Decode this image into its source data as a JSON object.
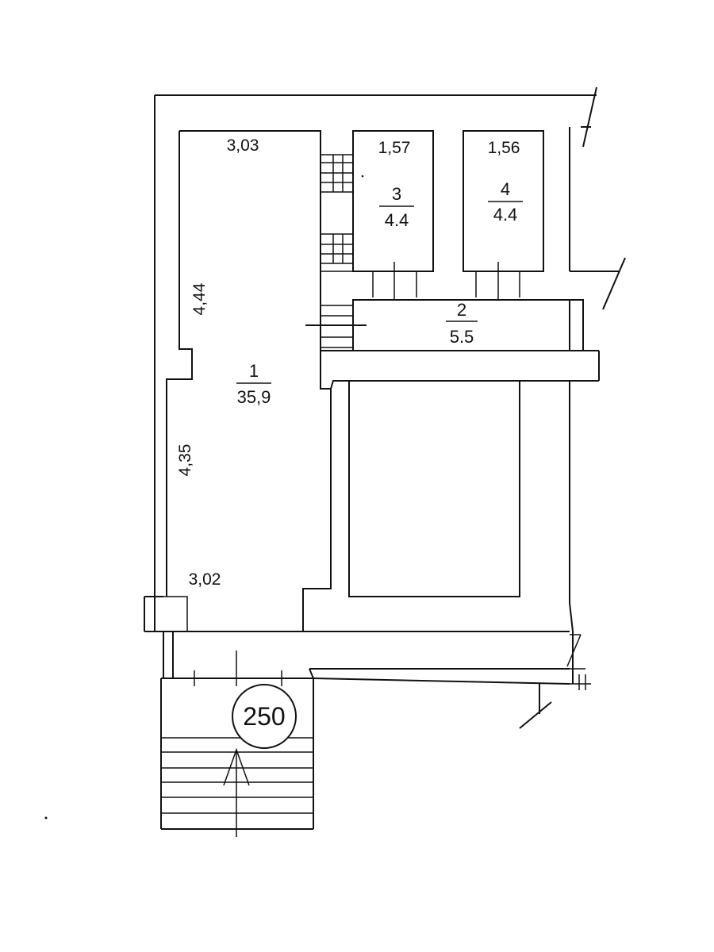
{
  "plan": {
    "stroke_color": "#111111",
    "background_color": "#ffffff",
    "rooms": [
      {
        "number": "1",
        "area": "35,9"
      },
      {
        "number": "2",
        "area": "5.5"
      },
      {
        "number": "3",
        "area": "4.4"
      },
      {
        "number": "4",
        "area": "4.4"
      }
    ],
    "dimensions": {
      "room1_top": "3,03",
      "room1_left_upper": "4,44",
      "room1_left_lower": "4,35",
      "room1_bottom": "3,02",
      "room3_top": "1,57",
      "room4_top": "1,56"
    },
    "marker_label": "250"
  }
}
